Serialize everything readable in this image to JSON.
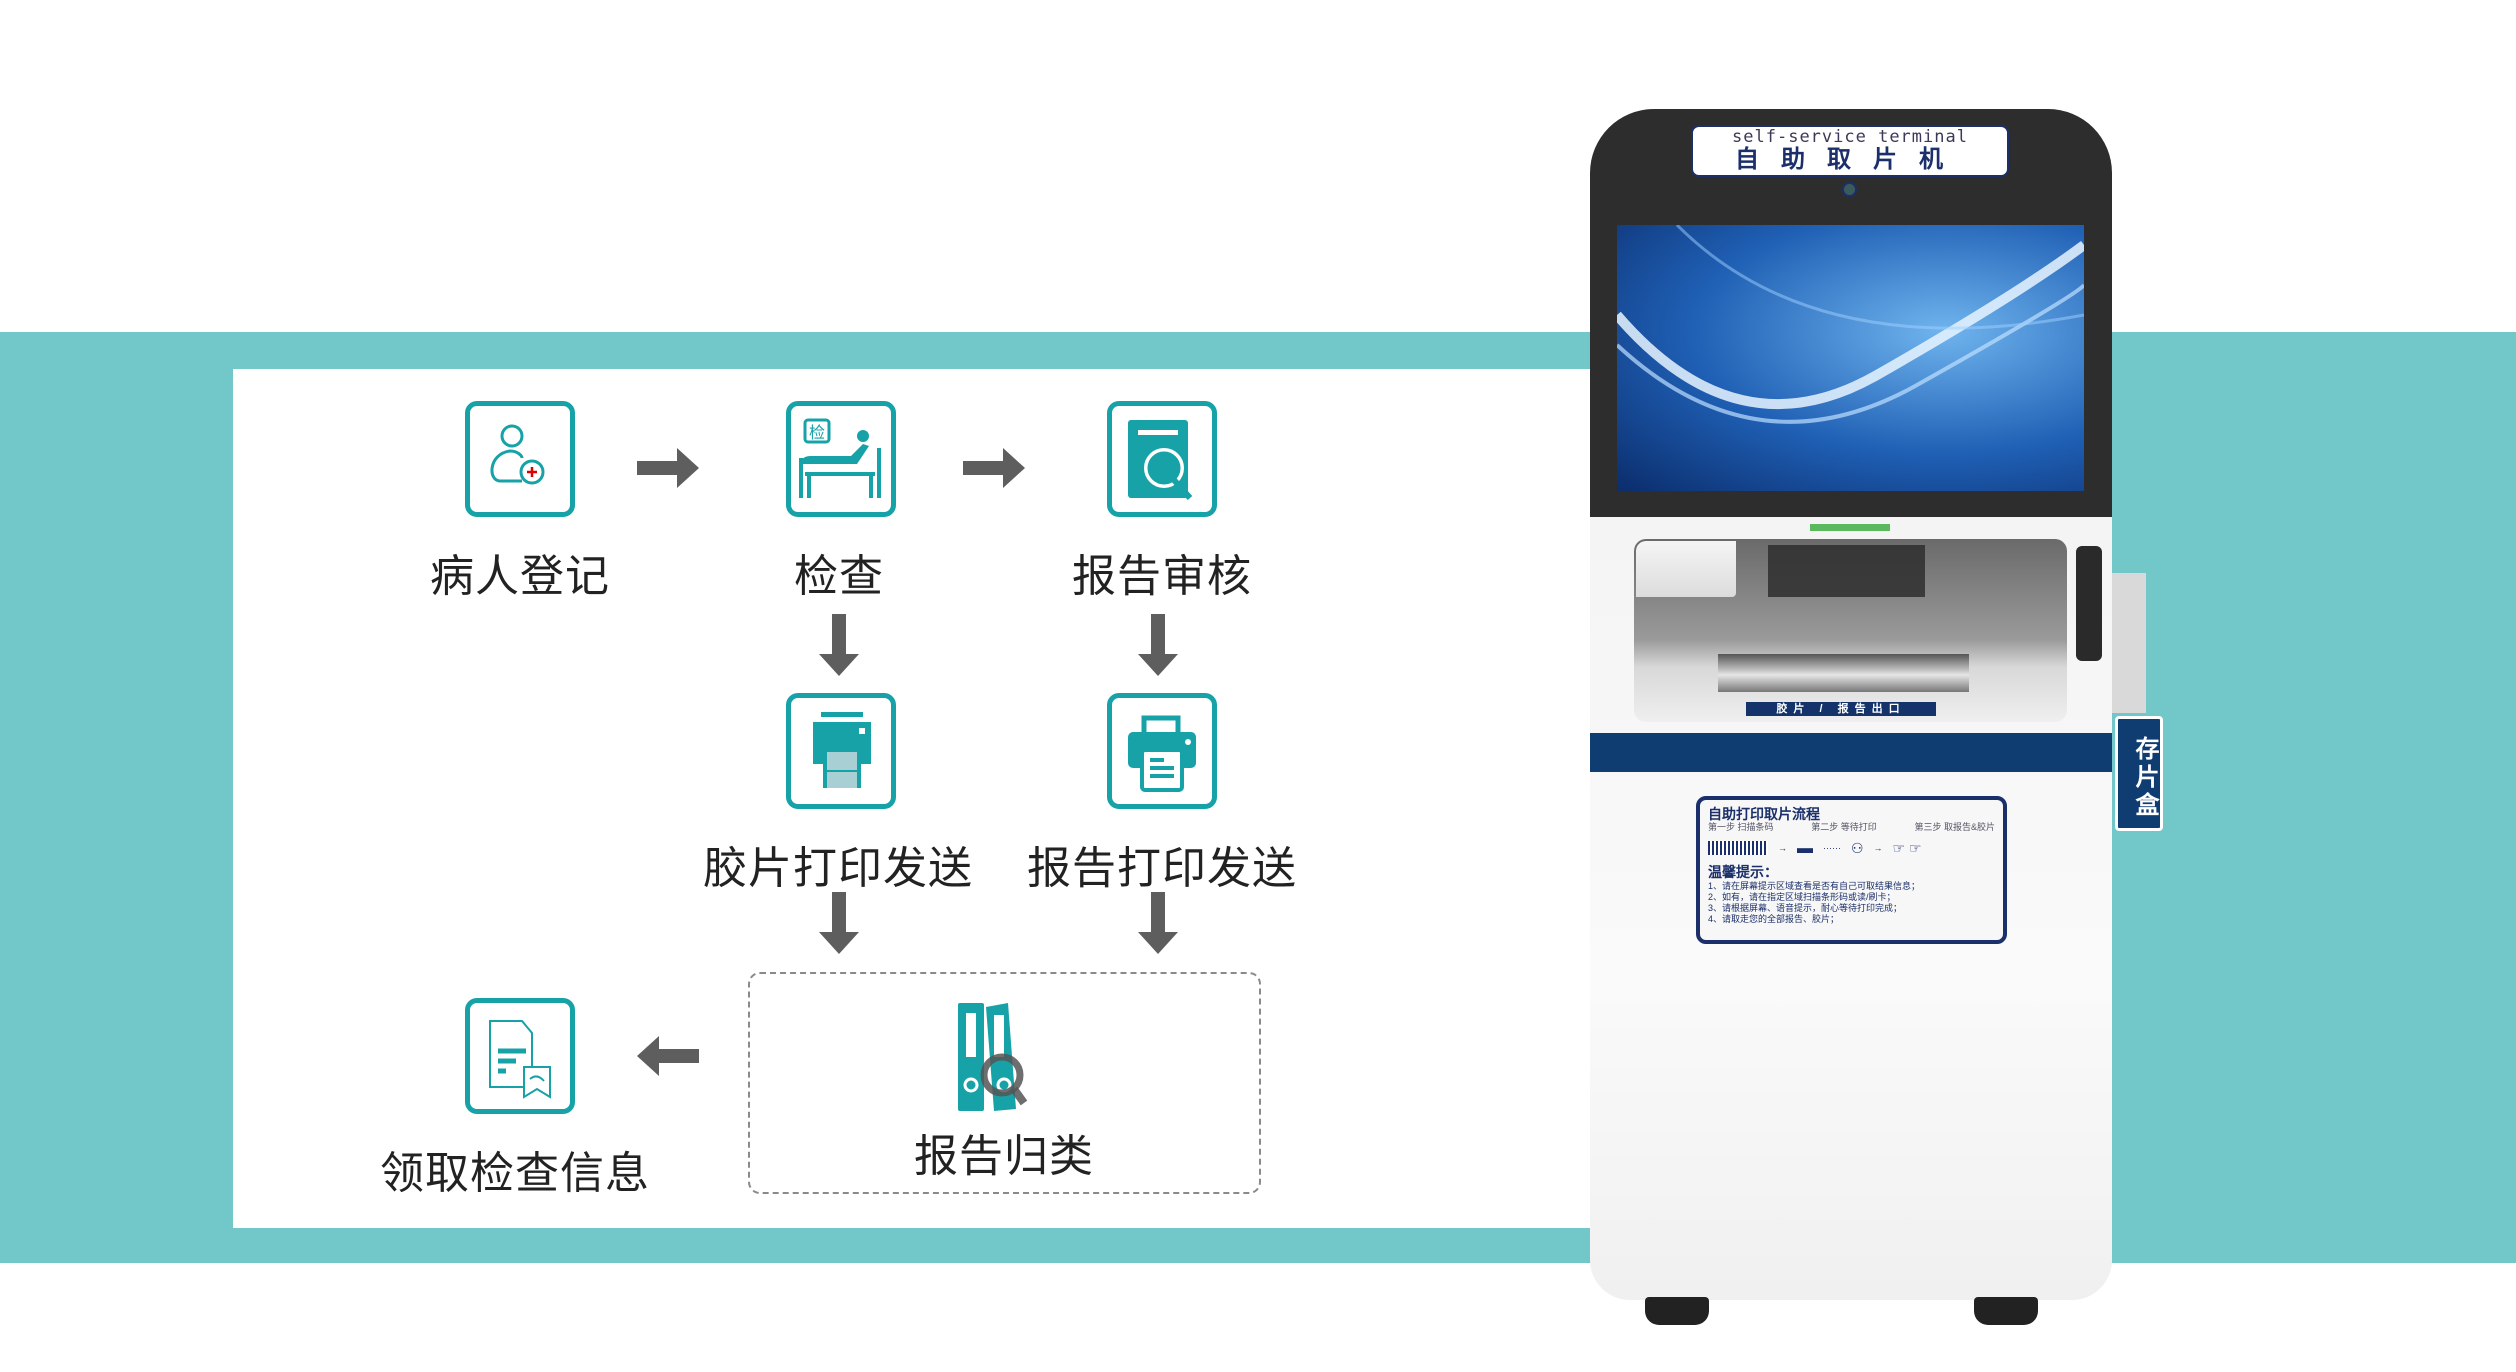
{
  "flow": {
    "steps": [
      {
        "label": "病人登记",
        "icon": "patient-register-icon"
      },
      {
        "label": "检查",
        "icon": "exam-bed-icon",
        "icon_text": "检"
      },
      {
        "label": "报告审核",
        "icon": "report-review-icon"
      },
      {
        "label": "胶片打印发送",
        "icon": "film-printer-icon"
      },
      {
        "label": "报告打印发送",
        "icon": "report-printer-icon"
      },
      {
        "label": "报告归类",
        "icon": "binder-search-icon"
      },
      {
        "label": "领取检查信息",
        "icon": "document-receive-icon"
      }
    ],
    "colors": {
      "accent": "#17a2a8",
      "arrow": "#5e5e5e",
      "band": "#72c7c9"
    }
  },
  "kiosk": {
    "title_en": "self-service terminal",
    "title_zh": "自助取片机",
    "output_label": "胶片 / 报告出口",
    "side_box": "存片盒",
    "info": {
      "title": "自助打印取片流程",
      "steps": [
        "第一步 扫描条码",
        "第二步 等待打印",
        "第三步 取报告&胶片"
      ],
      "tips_title": "温馨提示：",
      "tips": [
        "1、请在屏幕提示区域查看是否有自己可取结果信息；",
        "2、如有，请在指定区域扫描条形码或读/刷卡；",
        "3、请根据屏幕、语音提示，耐心等待打印完成；",
        "4、请取走您的全部报告、胶片；"
      ]
    },
    "colors": {
      "navy": "#0f3d72",
      "frame": "#2d2d2d"
    }
  }
}
